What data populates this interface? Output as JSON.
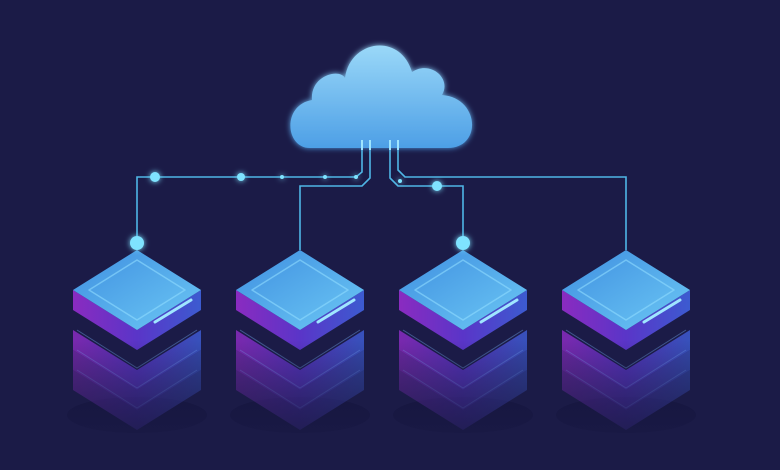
{
  "illustration": {
    "subject": "cloud-server-network",
    "colors": {
      "background": "#1b1b47",
      "cloud_light": "#8fd3f7",
      "cloud_dark": "#4aa3e8",
      "server_top": "#4fb0ee",
      "server_side_purple": "#7a2ab8",
      "server_side_blue": "#3a4fc4",
      "connector": "#5fc6f0",
      "node_glow": "#7fe3ff"
    },
    "servers": [
      {
        "id": "server-1",
        "connected_node": true
      },
      {
        "id": "server-2",
        "connected_node": false
      },
      {
        "id": "server-3",
        "connected_node": true
      },
      {
        "id": "server-4",
        "connected_node": false
      }
    ]
  }
}
